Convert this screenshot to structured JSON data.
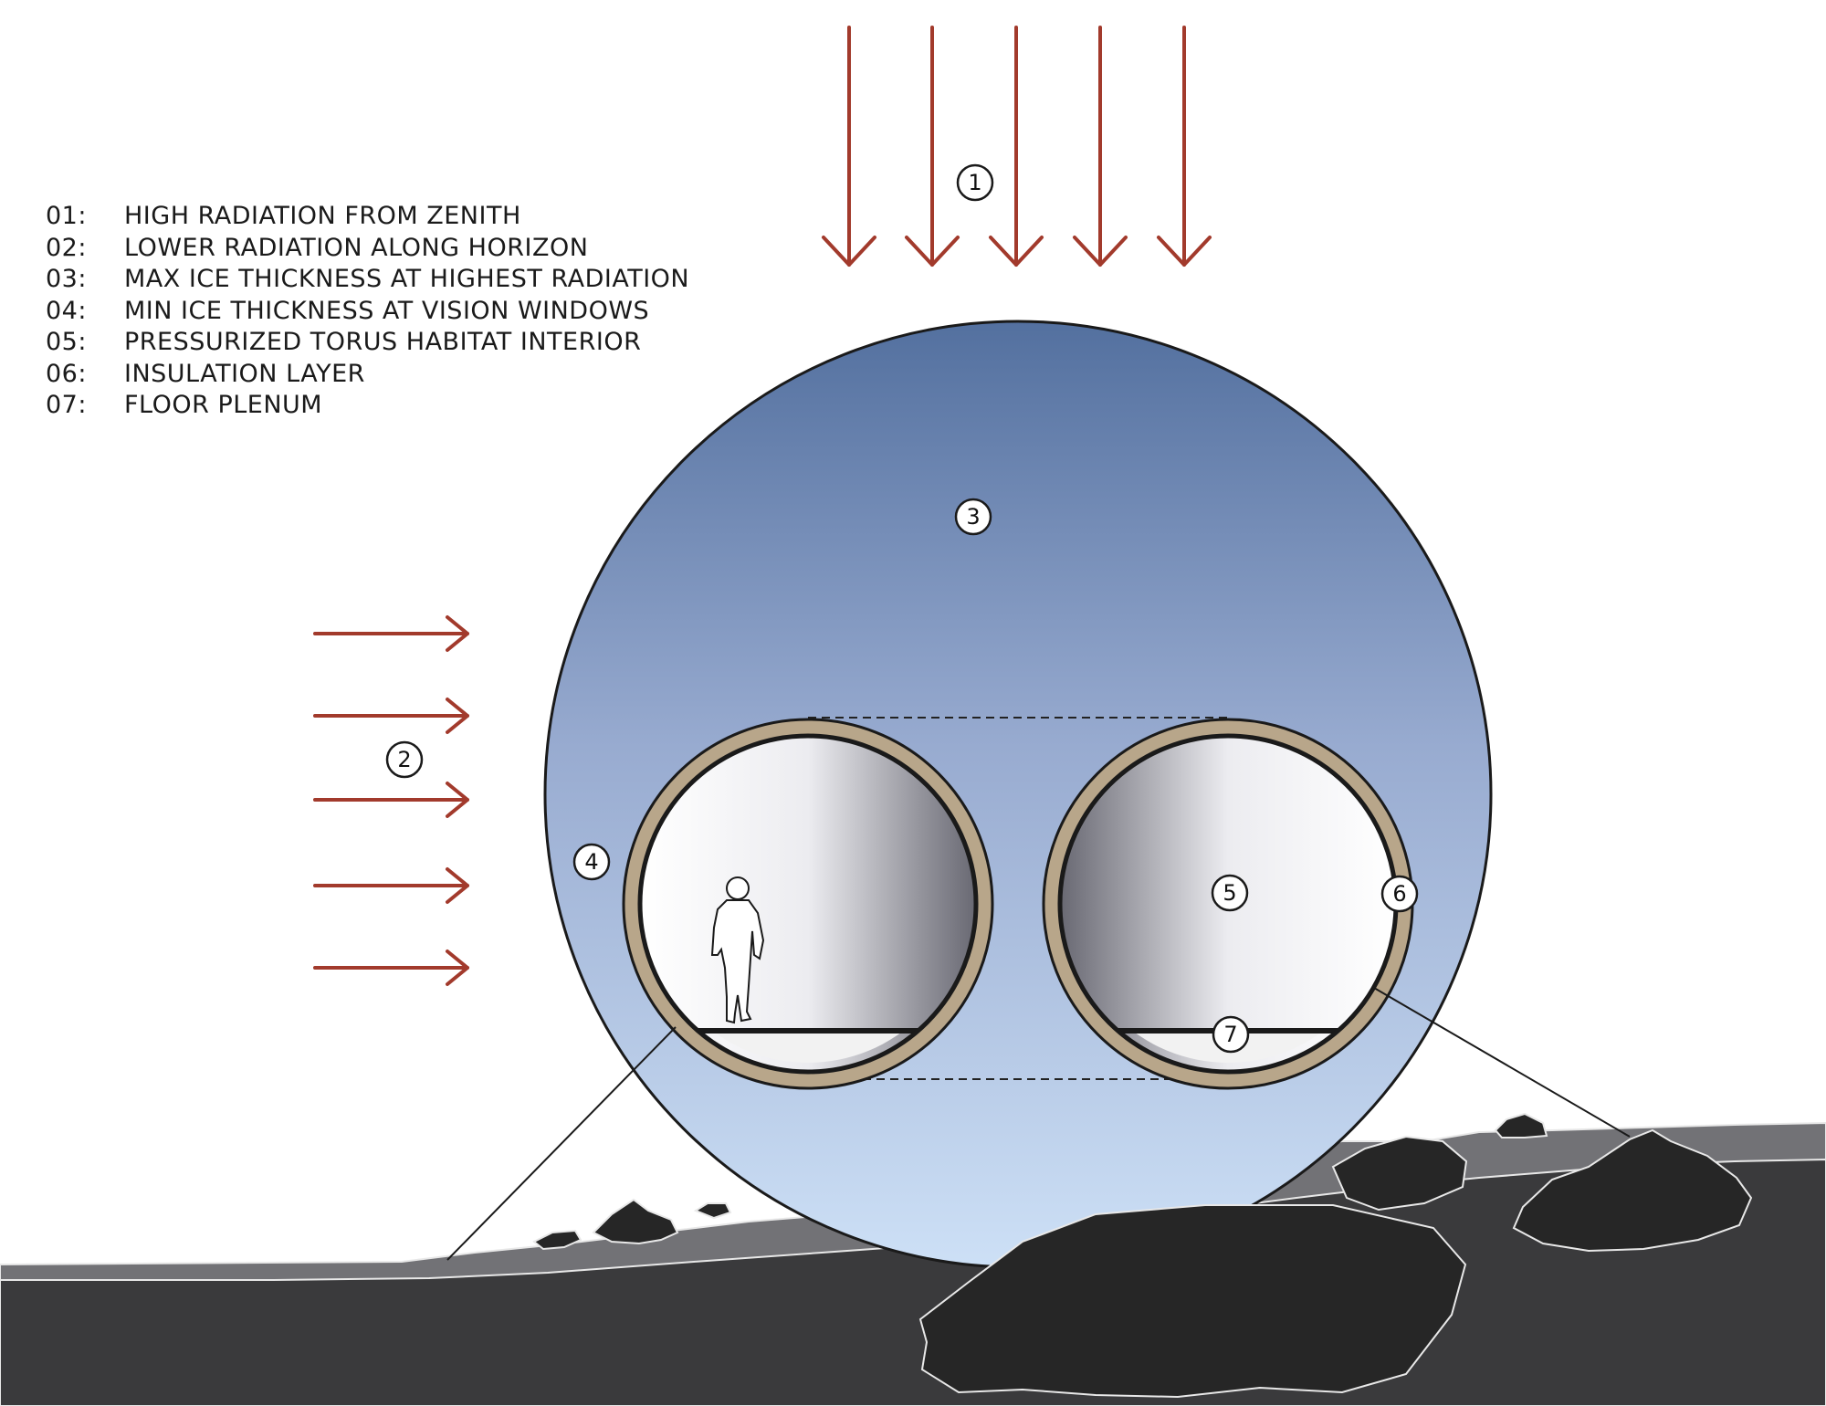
{
  "legend": [
    {
      "num": "01:",
      "text": "HIGH RADIATION FROM ZENITH"
    },
    {
      "num": "02:",
      "text": "LOWER RADIATION ALONG HORIZON"
    },
    {
      "num": "03:",
      "text": "MAX ICE THICKNESS AT HIGHEST RADIATION"
    },
    {
      "num": "04:",
      "text": "MIN ICE THICKNESS AT VISION WINDOWS"
    },
    {
      "num": "05:",
      "text": "PRESSURIZED TORUS HABITAT INTERIOR"
    },
    {
      "num": "06:",
      "text": "INSULATION LAYER"
    },
    {
      "num": "07:",
      "text": "FLOOR PLENUM"
    }
  ],
  "callouts": {
    "c1": "1",
    "c2": "2",
    "c3": "3",
    "c4": "4",
    "c5": "5",
    "c6": "6",
    "c7": "7"
  },
  "colors": {
    "arrow": "#a23a2c",
    "ice_top": "#5670a0",
    "ice_bottom": "#c9dcf4",
    "insulation": "#b8a68a",
    "ground_dark": "#3a3a3c",
    "ground_light": "#707074",
    "rock": "#262626"
  },
  "icons": [
    "radiation-arrow-icon",
    "person-silhouette-icon"
  ]
}
